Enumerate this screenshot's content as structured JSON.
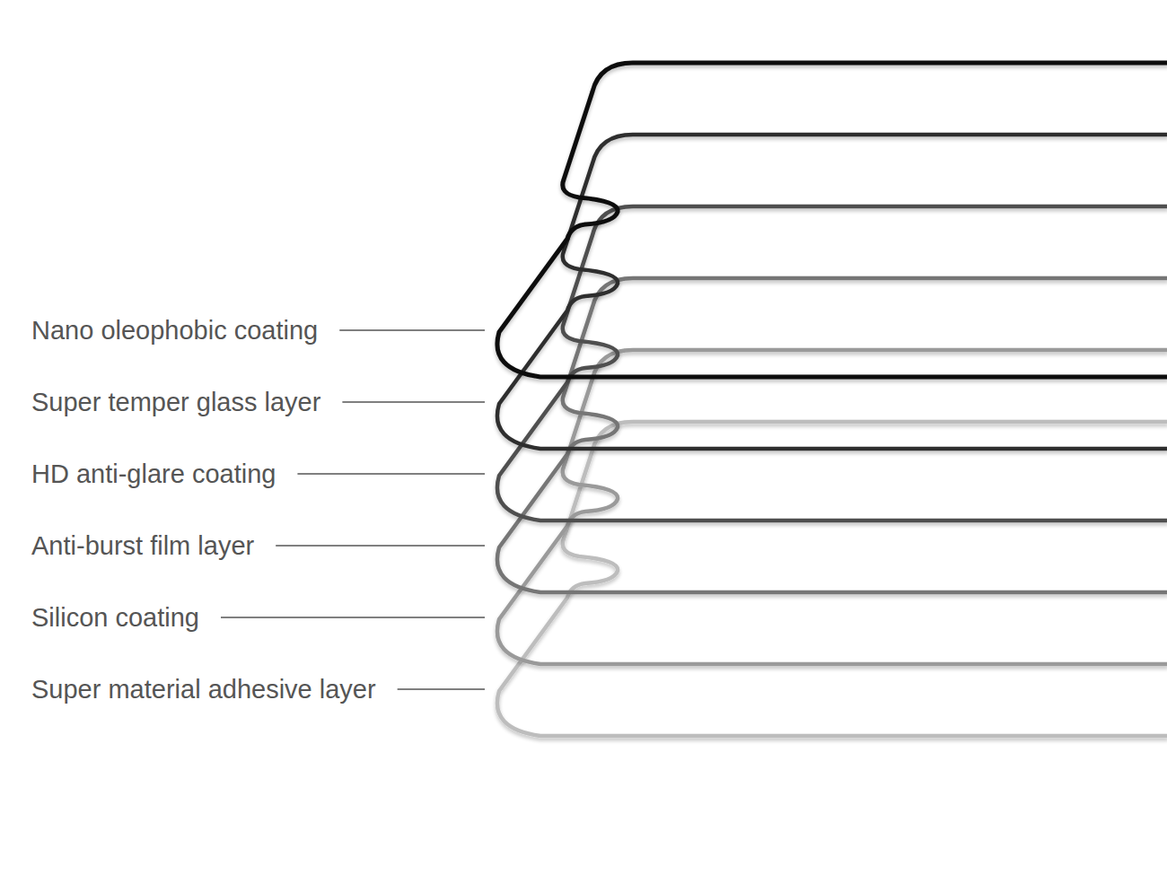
{
  "diagram": {
    "labels": [
      "Nano oleophobic coating",
      "Super temper glass layer",
      "HD anti-glare coating",
      "Anti-burst film layer",
      "Silicon coating",
      "Super material adhesive layer"
    ]
  }
}
